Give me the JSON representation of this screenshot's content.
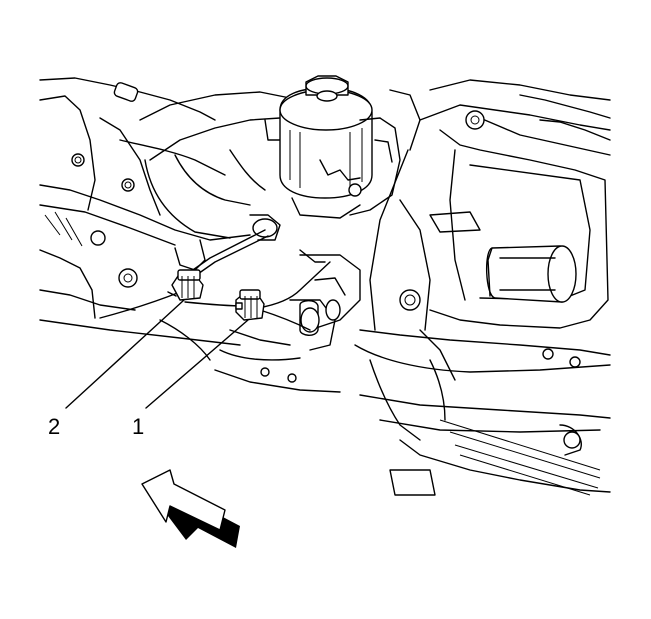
{
  "callouts": [
    {
      "label": "1",
      "part": "connector-1"
    },
    {
      "label": "2",
      "part": "connector-2"
    }
  ],
  "colors": {
    "line": "#000000",
    "background": "#ffffff"
  }
}
